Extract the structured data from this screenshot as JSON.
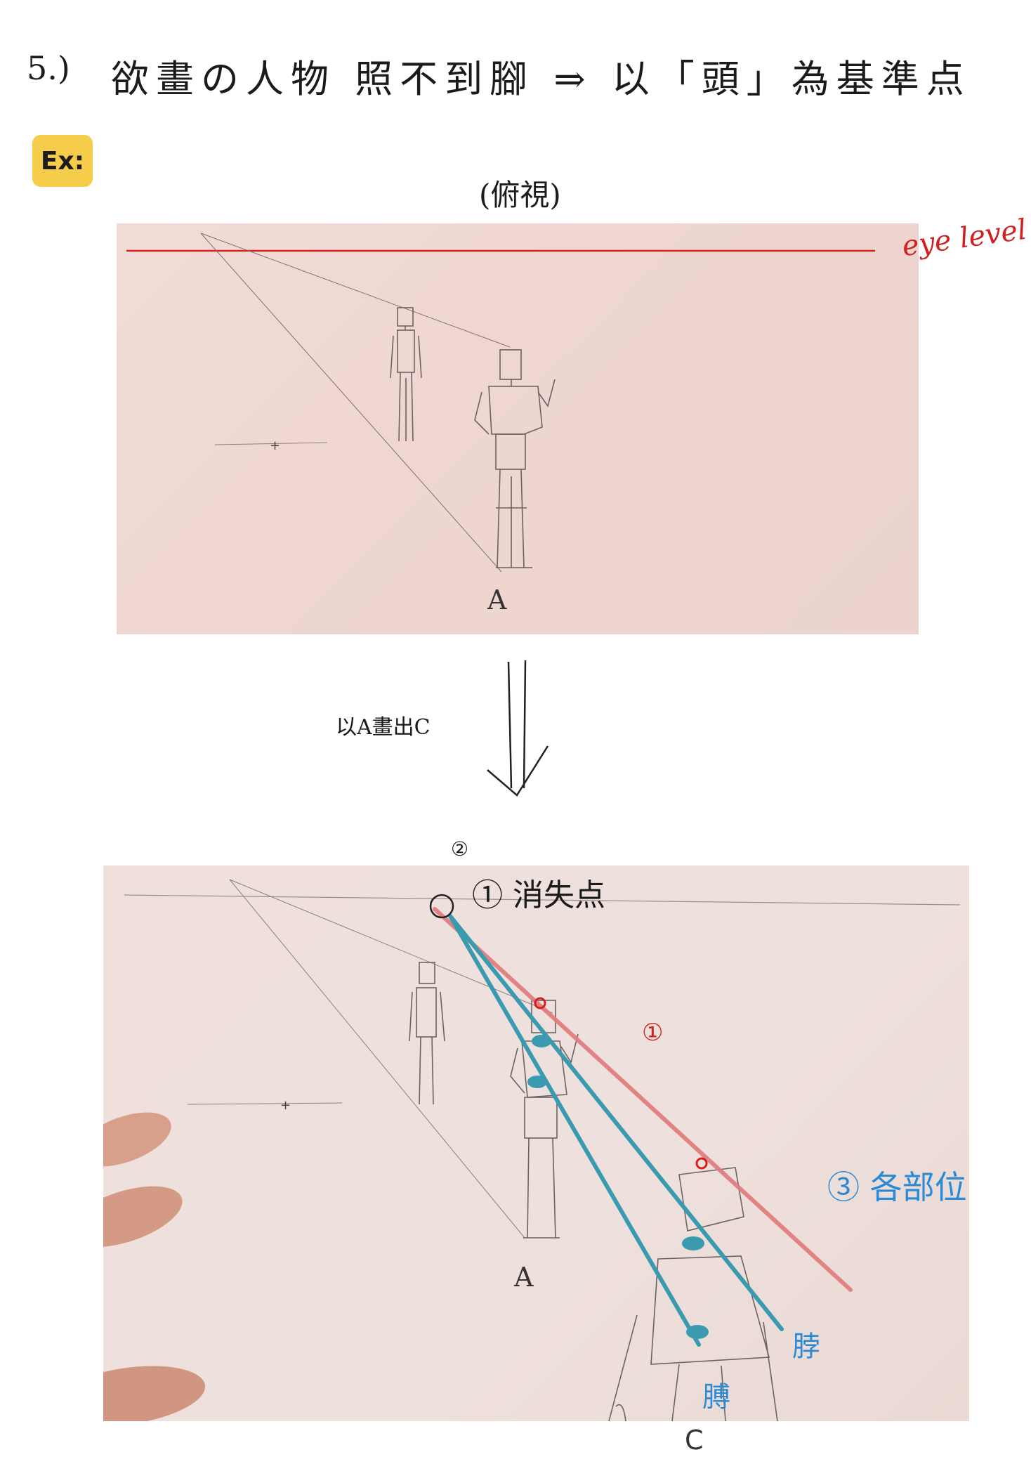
{
  "heading": {
    "number": "5.)",
    "text": "欲畫の人物 照不到腳 ⇒ 以「頭」為基準点"
  },
  "example_badge": "Ex:",
  "top_caption": "(俯視)",
  "eye_level_label": "eye level",
  "figure_label_a": "A",
  "arrow_caption": "以A畫出C",
  "vanishing_point_label": "① 消失点",
  "vanishing_circle_mark": "②",
  "parts_label": "③ 各部位",
  "neck_label": "脖",
  "hip_label": "膊",
  "red_mark": "①",
  "label_c": "C",
  "colors": {
    "eye_level": "#d21f1f",
    "blue_lines": "#3a9bb0",
    "red_line": "#e07a7a",
    "badge": "#f6cd4a",
    "annotation_blue": "#2a8ad8"
  },
  "icons": {
    "down_arrow": "double-down-arrow-icon"
  }
}
